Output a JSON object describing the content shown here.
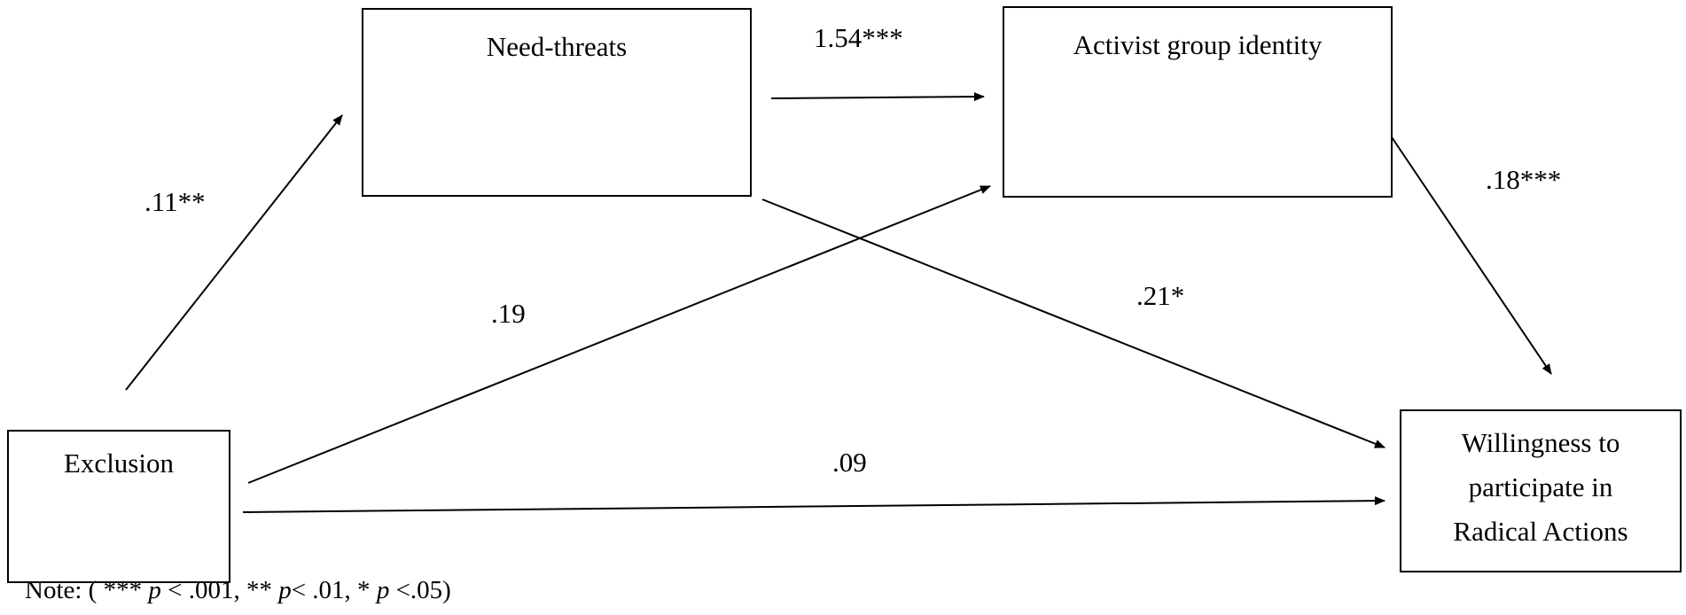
{
  "nodes": {
    "need_threats": "Need-threats",
    "activist_identity": "Activist group identity",
    "exclusion": "Exclusion",
    "willingness_line1": "Willingness to",
    "willingness_line2": "participate  in",
    "willingness_line3": "Radical Actions"
  },
  "edges": {
    "exclusion_to_need_threats": ".11**",
    "need_threats_to_identity": "1.54***",
    "identity_to_willingness": ".18***",
    "exclusion_to_identity": ".19",
    "need_threats_to_willingness": ".21*",
    "exclusion_to_willingness": ".09"
  },
  "note": {
    "prefix": "Note: ( ***",
    "p1": "p",
    "t1": " < .001, **",
    "p2": "p",
    "t2": "< .01, *",
    "p3": "p",
    "t3": " <.05)"
  }
}
